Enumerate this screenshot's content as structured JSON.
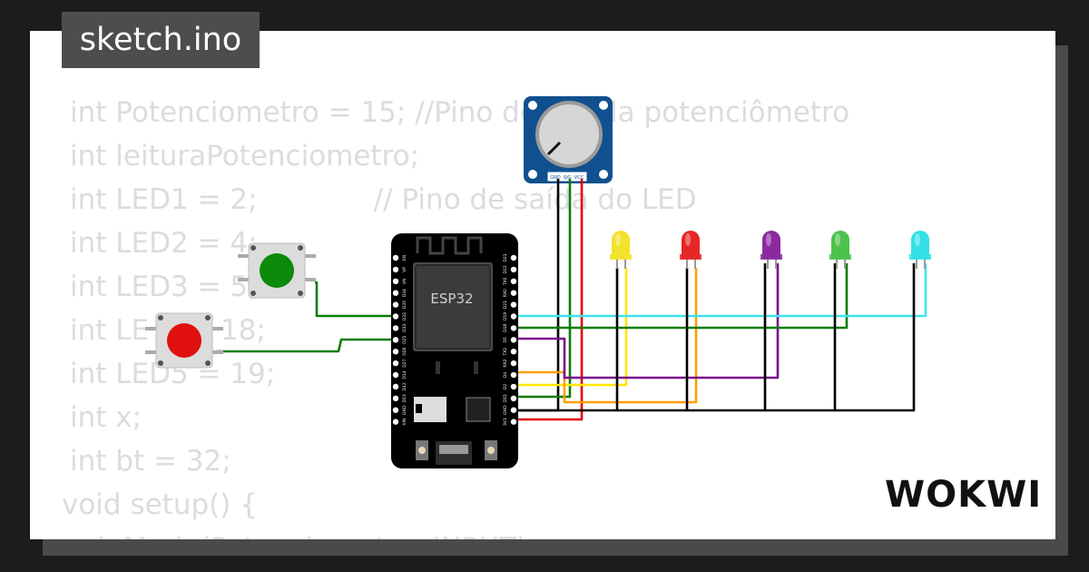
{
  "tab_title": "sketch.ino",
  "brand": "WOKWI",
  "code_lines": [
    "int Potenciometro = 15; //Pino de       da potenciômetro",
    "int leituraPotenciometro;",
    "int LED1 = 2;             // Pino de saída do LED",
    "int LED2 = 4;",
    "int LED3 = 5;",
    "int LE        18;",
    "int LED5 = 19;",
    "int x;",
    "int bt = 32;",
    "void setup() {",
    "  pinMode(Potenciometro, INPUT);"
  ],
  "board": {
    "label": "ESP32",
    "left_pins": [
      "EN",
      "VP",
      "VN",
      "D34",
      "D35",
      "D32",
      "D33",
      "D25",
      "D26",
      "D27",
      "D14",
      "D12",
      "D13",
      "GND",
      "VIN"
    ],
    "right_pins": [
      "D23",
      "D22",
      "TX0",
      "RX0",
      "D21",
      "D19",
      "D18",
      "D5",
      "TX2",
      "RX2",
      "D4",
      "D2",
      "D15",
      "GND",
      "3V3"
    ]
  },
  "potentiometer": {
    "pins": [
      "GND",
      "SIG",
      "VCC"
    ]
  },
  "leds": [
    {
      "color": "#f2e22b"
    },
    {
      "color": "#e52727"
    },
    {
      "color": "#8b2a9e"
    },
    {
      "color": "#4cc24c"
    },
    {
      "color": "#33e0e6"
    }
  ],
  "buttons": [
    {
      "color": "#0b8a0b"
    },
    {
      "color": "#e01010"
    }
  ],
  "wire_colors": {
    "green": "#0a7d0a",
    "black": "#000000",
    "red": "#e00000",
    "yellow": "#ffe600",
    "orange": "#ff9f00",
    "purple": "#7a0f8a",
    "cyan": "#3fe3ef"
  }
}
